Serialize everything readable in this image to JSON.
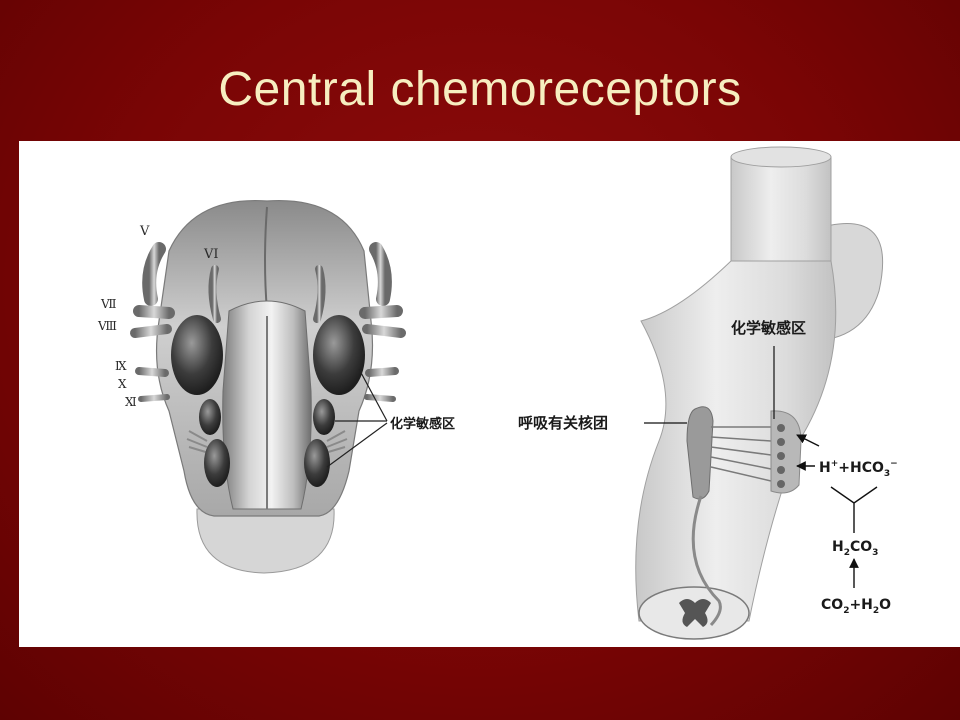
{
  "slide": {
    "title": "Central chemoreceptors",
    "background_color": "#7a0505",
    "title_color": "#f7eec0"
  },
  "brainstem_ventral": {
    "nerve_labels": [
      "V",
      "VI",
      "Ⅶ",
      "Ⅷ",
      "Ⅸ",
      "Ⅹ",
      "Ⅺ"
    ],
    "chemosensitive_label": "化学敏感区"
  },
  "brainstem_lateral": {
    "chemosensitive_label": "化学敏感区",
    "respiratory_nuclei_label": "呼吸有关核团",
    "reaction_top_prefix": "H",
    "reaction_top_sup": "+",
    "reaction_top_mid": "+HCO",
    "reaction_top_sub": "3",
    "reaction_top_sup2": "−",
    "carbonic_acid_h": "H",
    "carbonic_acid_sub1": "2",
    "carbonic_acid_co": "CO",
    "carbonic_acid_sub2": "3",
    "co2_c": "CO",
    "co2_sub": "2",
    "co2_plus": "+H",
    "h2o_sub": "2",
    "h2o_o": "O"
  }
}
